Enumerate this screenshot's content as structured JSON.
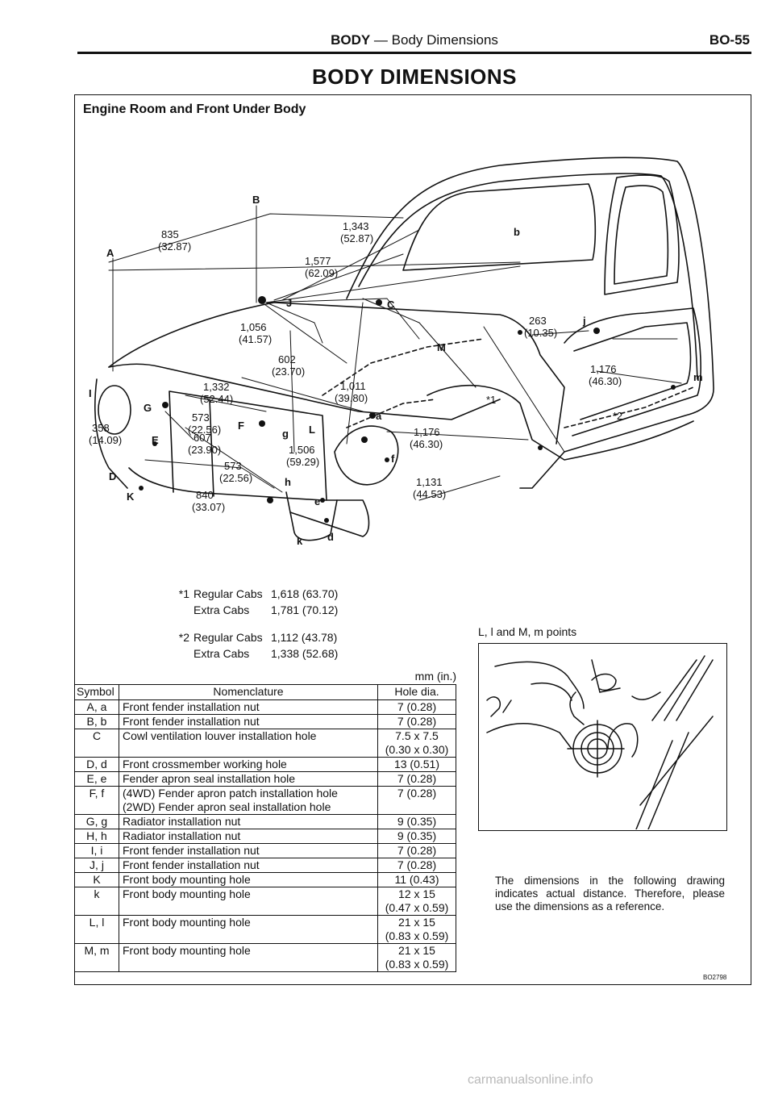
{
  "header": {
    "section": "BODY",
    "subsection": "— Body Dimensions",
    "page_code": "BO-55"
  },
  "page_title": "BODY DIMENSIONS",
  "section_title": "Engine Room and Front Under Body",
  "diagram_labels": {
    "A": "A",
    "B": "B",
    "b": "b",
    "C": "C",
    "D": "D",
    "E": "E",
    "G": "G",
    "I": "I",
    "J": "J",
    "K": "K",
    "L": "L",
    "M": "M",
    "a": "a",
    "f": "f",
    "g": "g",
    "h": "h",
    "j": "j",
    "k": "k",
    "d": "d",
    "m": "m",
    "e": "e",
    "F": "F",
    "d835": "835",
    "d835in": "(32.87)",
    "d1343": "1,343",
    "d1343in": "(52.87)",
    "d1577": "1,577",
    "d1577in": "(62.09)",
    "d1056": "1,056",
    "d1056in": "(41.57)",
    "d602": "602",
    "d602in": "(23.70)",
    "d1332": "1,332",
    "d1332in": "(52.44)",
    "d1011": "1,011",
    "d1011in": "(39.80)",
    "d573a": "573",
    "d573ain": "(22.56)",
    "d358": "358",
    "d358in": "(14.09)",
    "d607": "607",
    "d607in": "(23.90)",
    "d1506": "1,506",
    "d1506in": "(59.29)",
    "d573b": "573",
    "d573bin": "(22.56)",
    "d840": "840",
    "d840in": "(33.07)",
    "d1176a": "1,176",
    "d1176ain": "(46.30)",
    "d1131": "1,131",
    "d1131in": "(44.53)",
    "d263": "263",
    "d263in": "(10.35)",
    "d1176b": "1,176",
    "d1176bin": "(46.30)",
    "star1": "*1",
    "star2": "*2"
  },
  "notes": [
    {
      "mark": "*1",
      "rows": [
        {
          "cab": "Regular Cabs",
          "value": "1,618 (63.70)"
        },
        {
          "cab": "Extra Cabs",
          "value": "1,781 (70.12)"
        }
      ]
    },
    {
      "mark": "*2",
      "rows": [
        {
          "cab": "Regular Cabs",
          "value": "1,112 (43.78)"
        },
        {
          "cab": "Extra Cabs",
          "value": "1,338 (52.68)"
        }
      ]
    }
  ],
  "units": "mm (in.)",
  "table": {
    "headers": [
      "Symbol",
      "Nomenclature",
      "Hole dia."
    ],
    "rows": [
      {
        "symbol": "A, a",
        "name": "Front fender installation nut",
        "hole": "7 (0.28)"
      },
      {
        "symbol": "B, b",
        "name": "Front fender installation nut",
        "hole": "7 (0.28)"
      },
      {
        "symbol": "C",
        "name": "Cowl ventilation louver installation hole",
        "hole": "7.5 x 7.5",
        "hole2": "(0.30 x 0.30)"
      },
      {
        "symbol": "D, d",
        "name": "Front crossmember working hole",
        "hole": "13 (0.51)"
      },
      {
        "symbol": "E, e",
        "name": "Fender apron seal installation hole",
        "hole": "7 (0.28)"
      },
      {
        "symbol": "F, f",
        "name": "(4WD) Fender apron patch installation hole",
        "name2": "(2WD) Fender apron seal installation hole",
        "hole": "7 (0.28)"
      },
      {
        "symbol": "G, g",
        "name": "Radiator installation nut",
        "hole": "9 (0.35)"
      },
      {
        "symbol": "H, h",
        "name": "Radiator installation nut",
        "hole": "9 (0.35)"
      },
      {
        "symbol": "I, i",
        "name": "Front fender installation nut",
        "hole": "7 (0.28)"
      },
      {
        "symbol": "J, j",
        "name": "Front fender installation nut",
        "hole": "7 (0.28)"
      },
      {
        "symbol": "K",
        "name": "Front body mounting hole",
        "hole": "11 (0.43)"
      },
      {
        "symbol": "k",
        "name": "Front body mounting hole",
        "hole": "12 x 15",
        "hole2": "(0.47 x 0.59)"
      },
      {
        "symbol": "L, l",
        "name": "Front body mounting hole",
        "hole": "21 x 15",
        "hole2": "(0.83 x 0.59)"
      },
      {
        "symbol": "M, m",
        "name": "Front body mounting hole",
        "hole": "21 x 15",
        "hole2": "(0.83 x 0.59)"
      }
    ]
  },
  "inset_label": "L, l and M, m points",
  "reference_note": "The dimensions in the following drawing indicates actual distance. Therefore, please use the dimensions as a reference.",
  "figure_code": "BO2798",
  "watermark": "carmanualsonline.info"
}
